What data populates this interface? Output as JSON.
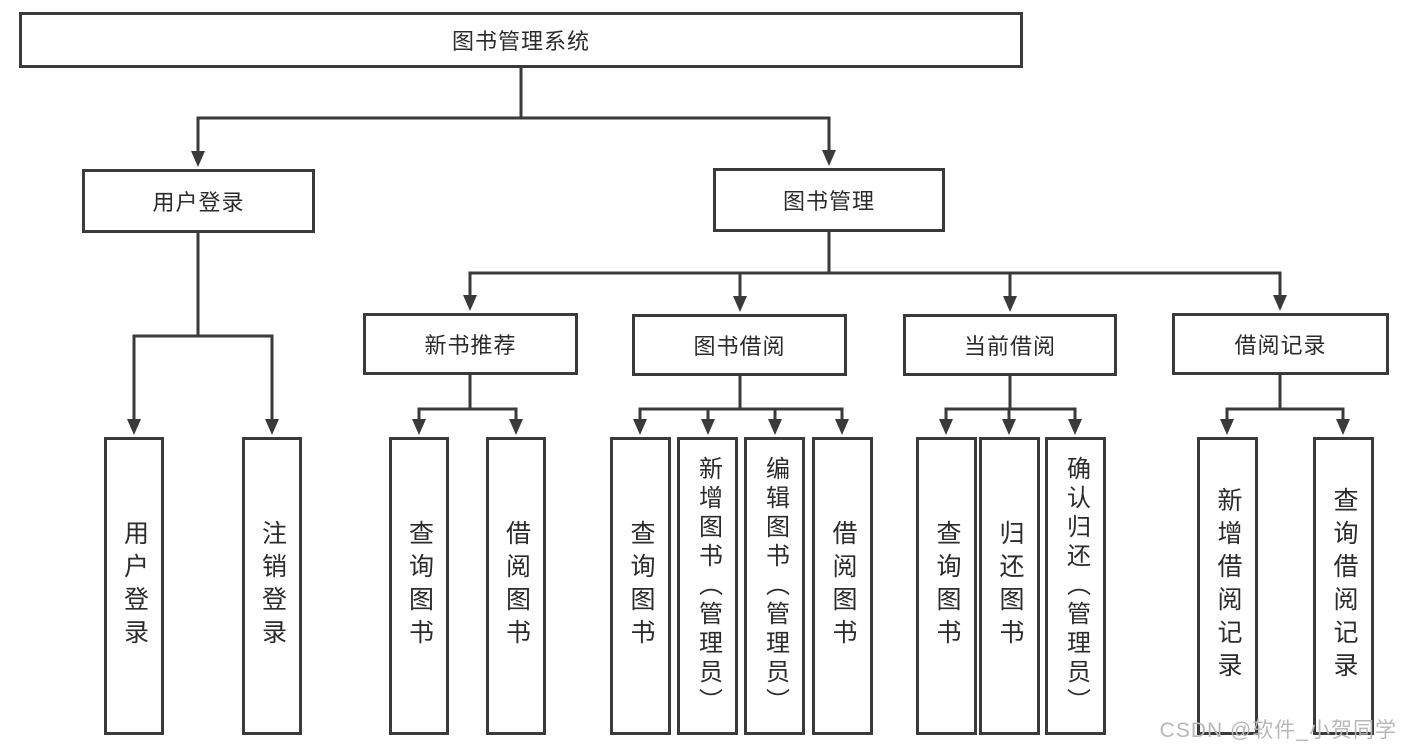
{
  "diagram": {
    "root": {
      "label": "图书管理系统"
    },
    "level2": [
      {
        "label": "用户登录",
        "children": [
          {
            "label": "用户登录"
          },
          {
            "label": "注销登录"
          }
        ]
      },
      {
        "label": "图书管理",
        "children": [
          {
            "label": "新书推荐",
            "children": [
              {
                "label": "查询图书"
              },
              {
                "label": "借阅图书"
              }
            ]
          },
          {
            "label": "图书借阅",
            "children": [
              {
                "label": "查询图书"
              },
              {
                "label": "新增图书（管理员）"
              },
              {
                "label": "编辑图书（管理员）"
              },
              {
                "label": "借阅图书"
              }
            ]
          },
          {
            "label": "当前借阅",
            "children": [
              {
                "label": "查询图书"
              },
              {
                "label": "归还图书"
              },
              {
                "label": "确认归还（管理员）"
              }
            ]
          },
          {
            "label": "借阅记录",
            "children": [
              {
                "label": "新增借阅记录"
              },
              {
                "label": "查询借阅记录"
              }
            ]
          }
        ]
      }
    ],
    "watermark": "CSDN @软件_小贺同学",
    "colors": {
      "line": "#3a3a3a",
      "text": "#2b2b2b",
      "watermark": "#b7b7b7",
      "background": "#ffffff"
    }
  }
}
